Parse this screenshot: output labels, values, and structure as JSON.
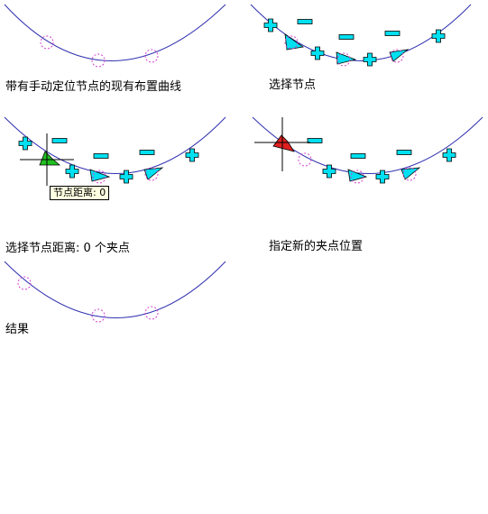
{
  "colors": {
    "curve": "#3030b0",
    "node": "#d040d0",
    "grip": "#00e0f0",
    "grip_stroke": "#000000",
    "active_grip": "#20c020",
    "hot_grip": "#e02020",
    "crosshair": "#000000",
    "tooltip_bg": "#ffffe1"
  },
  "captions": {
    "panel1": "带有手动定位节点的现有布置曲线",
    "panel2": "选择节点",
    "panel3": "选择节点距离: 0 个夹点",
    "panel4": "指定新的夹点位置",
    "panel5": "结果"
  },
  "tooltip": {
    "text": "节点距离: 0"
  },
  "icons": [
    "plus-grip-icon",
    "minus-grip-icon",
    "triangle-grip-icon",
    "node-circle-icon",
    "crosshair-icon"
  ]
}
